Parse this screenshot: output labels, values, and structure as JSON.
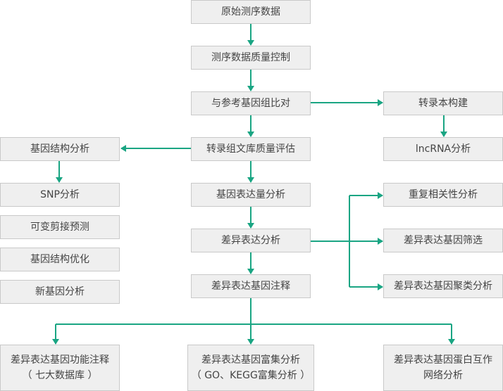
{
  "colors": {
    "edge": "#1aa583",
    "node_bg": "#efefef",
    "node_border": "#c9c9c9",
    "text": "#444444"
  },
  "nodes": {
    "raw_data": "原始测序数据",
    "qc": "测序数据质量控制",
    "align": "与参考基因组比对",
    "transcript_build": "转录本构建",
    "lncrna": "lncRNA分析",
    "gene_structure": "基因结构分析",
    "library_qc": "转录组文库质量评估",
    "snp": "SNP分析",
    "expression": "基因表达量分析",
    "alt_splicing": "可变剪接预测",
    "gene_opt": "基因结构优化",
    "new_gene": "新基因分析",
    "diff_analysis": "差异表达分析",
    "diff_annot": "差异表达基因注释",
    "repeat_corr": "重复相关性分析",
    "diff_screen": "差异表达基因筛选",
    "diff_cluster": "差异表达基因聚类分析",
    "func_annot_l1": "差异表达基因功能注释",
    "func_annot_l2": "（ 七大数据库 ）",
    "enrich_l1": "差异表达基因富集分析",
    "enrich_l2": "（ GO、KEGG富集分析 ）",
    "ppi_l1": "差异表达基因蛋白互作",
    "ppi_l2": "网络分析"
  }
}
